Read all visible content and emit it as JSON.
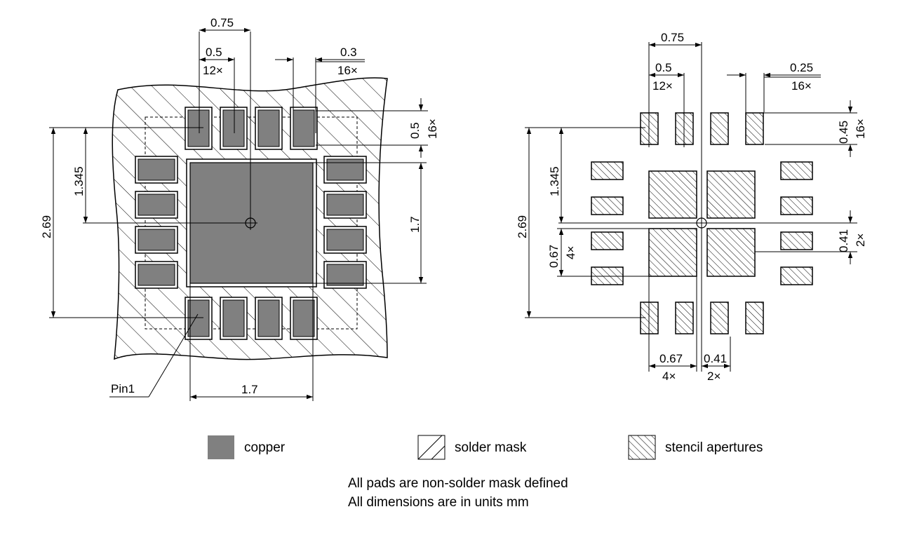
{
  "colors": {
    "copper": "#808080",
    "outline": "#000000",
    "background": "#ffffff"
  },
  "left_view": {
    "dims": {
      "pitch_075": "0.75",
      "pitch_05": "0.5",
      "count_12": "12×",
      "width_03": "0.3",
      "count_16a": "16×",
      "height_05": "0.5",
      "count_16b": "16×",
      "vert_1345": "1.345",
      "vert_269": "2.69",
      "vert_17": "1.7",
      "horiz_17": "1.7",
      "pin1": "Pin1"
    }
  },
  "right_view": {
    "dims": {
      "pitch_075": "0.75",
      "pitch_05": "0.5",
      "count_12": "12×",
      "width_025": "0.25",
      "count_16a": "16×",
      "height_045": "0.45",
      "count_16b": "16×",
      "vert_1345": "1.345",
      "vert_269": "2.69",
      "vert_067": "0.67",
      "count_4a": "4×",
      "vert_041": "0.41",
      "count_2a": "2×",
      "horiz_067": "0.67",
      "count_4b": "4×",
      "horiz_041": "0.41",
      "count_2b": "2×"
    }
  },
  "legend": {
    "copper": "copper",
    "solder_mask": "solder mask",
    "stencil": "stencil apertures"
  },
  "notes": {
    "line1": "All pads are non-solder mask defined",
    "line2": "All dimensions are in units mm"
  }
}
